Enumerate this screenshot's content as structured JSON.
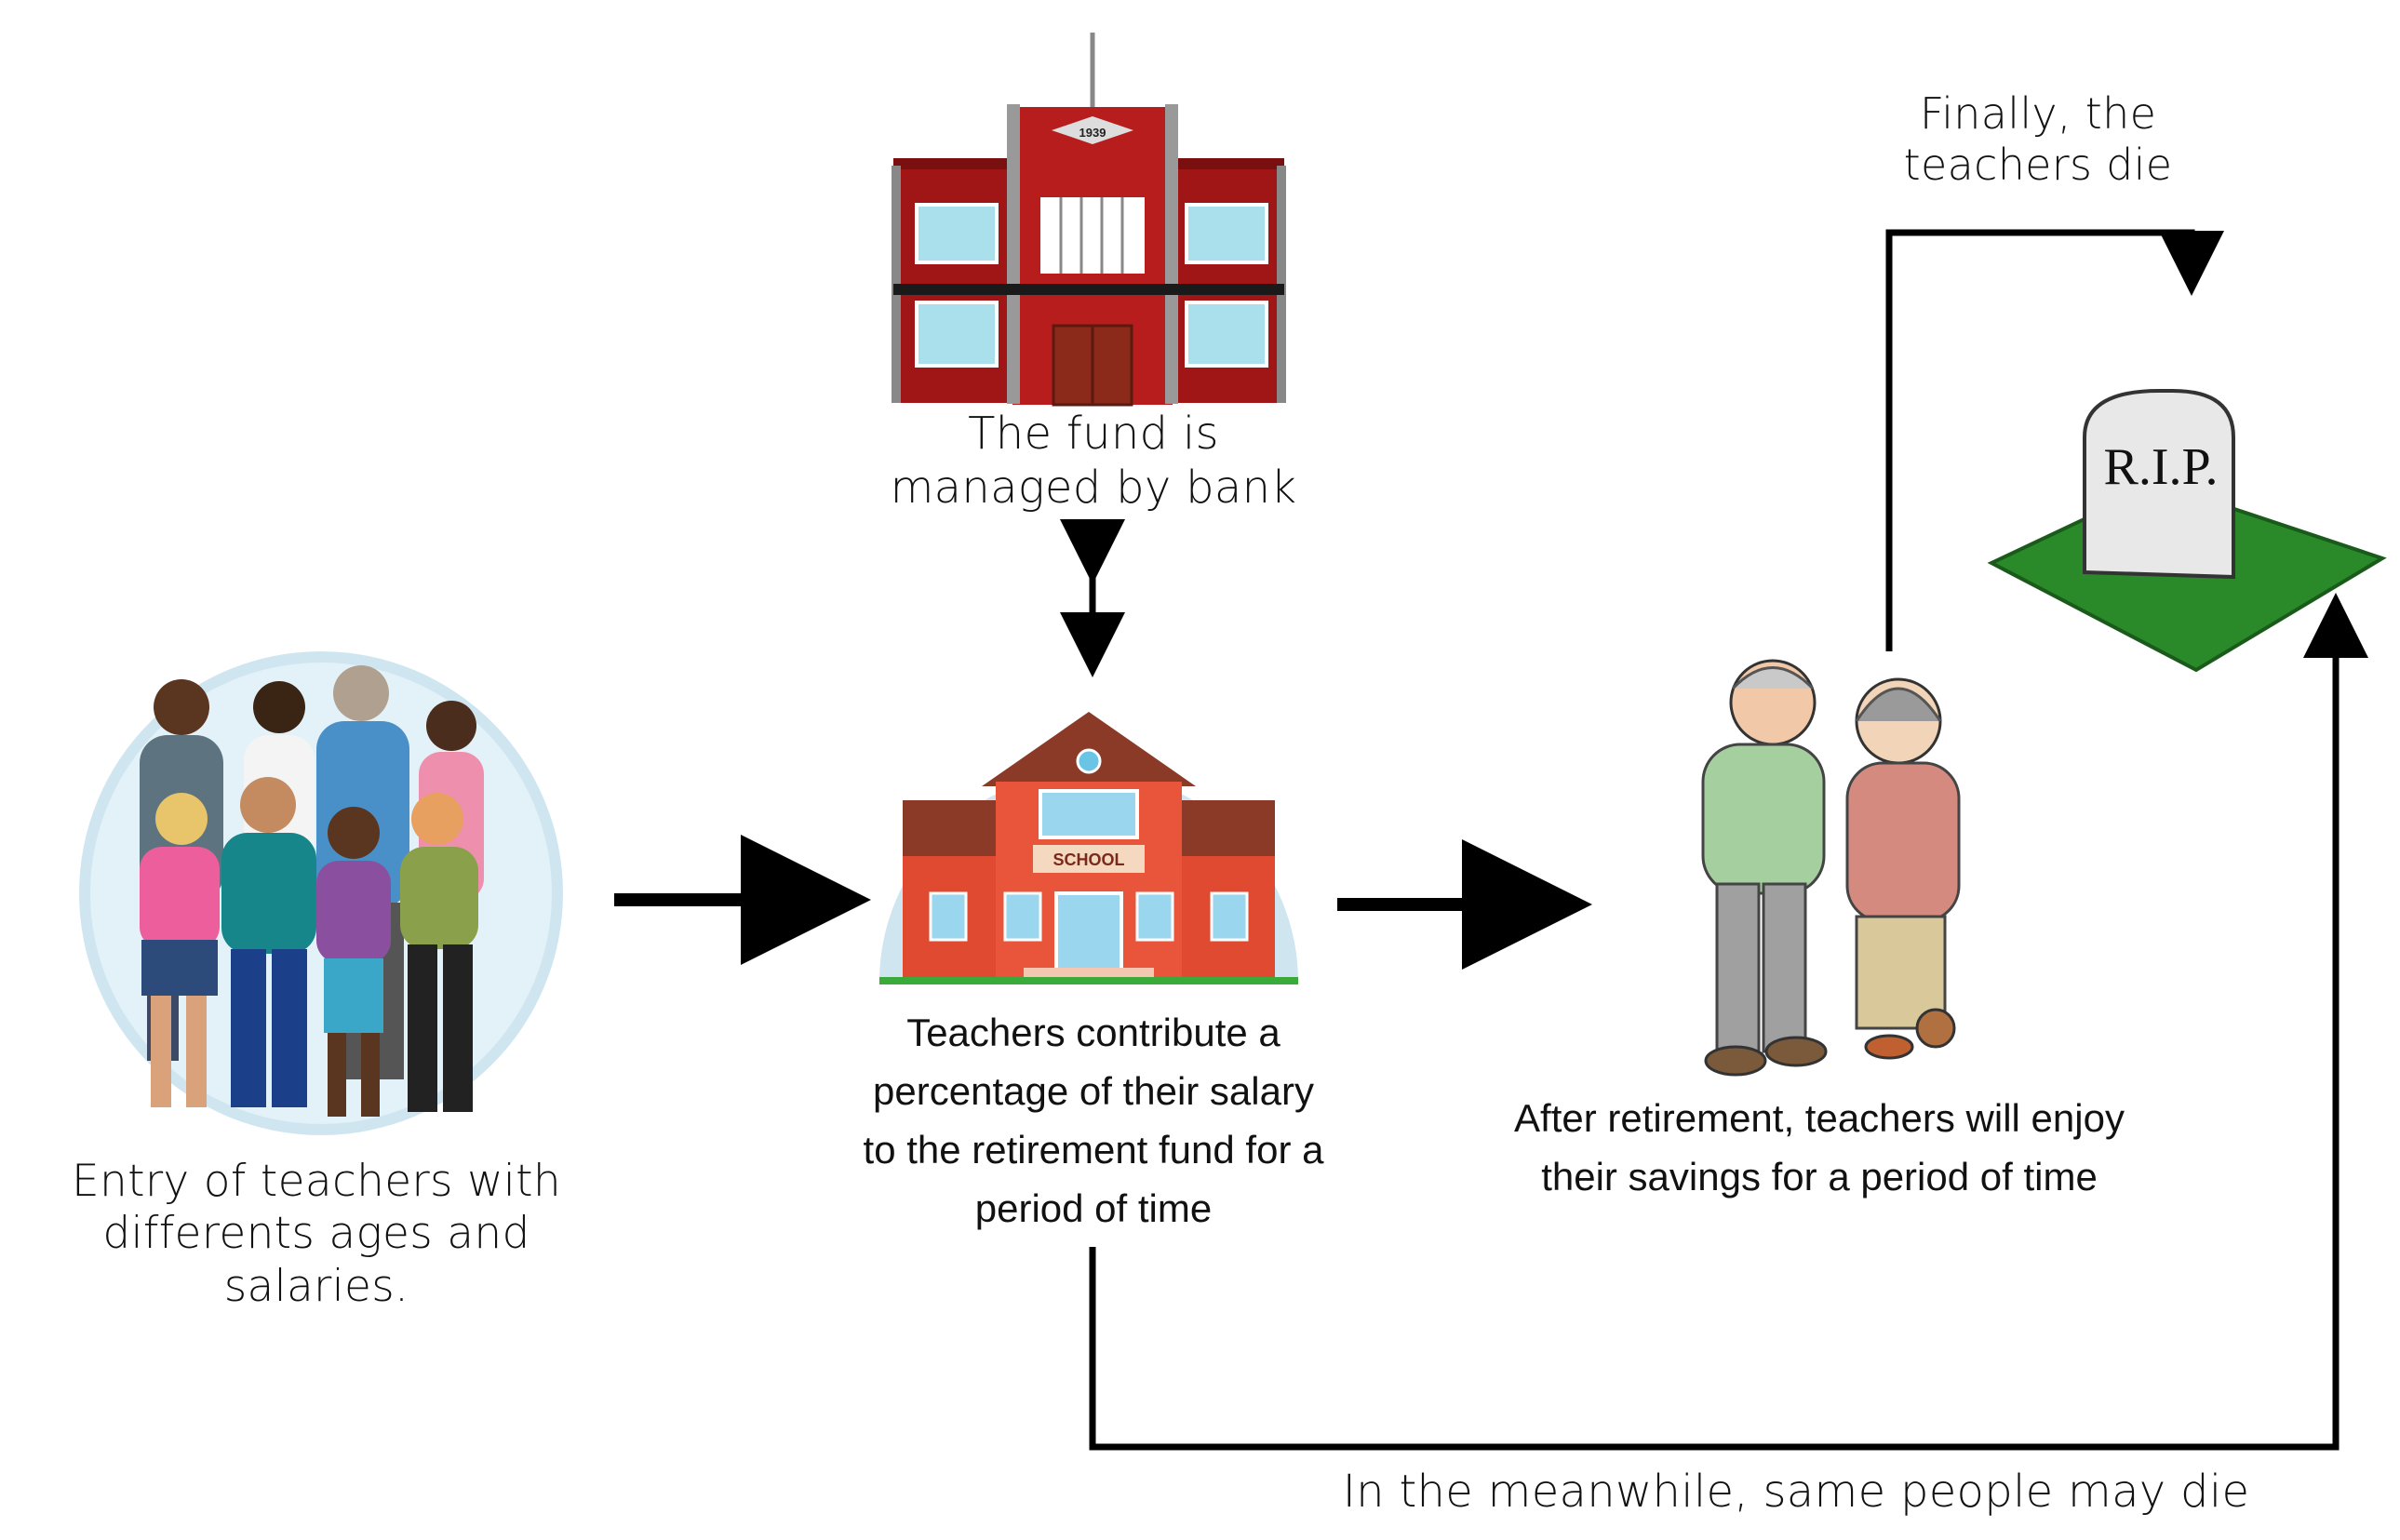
{
  "nodes": {
    "teachers_entry": {
      "label": "Entry of teachers with differents ages and salaries.",
      "icon": "group-of-people-icon"
    },
    "contribution": {
      "label": "Teachers contribute a percentage of their salary to the retirement fund for a period of time",
      "icon": "school-building-icon",
      "sign": "SCHOOL"
    },
    "bank": {
      "label": "The fund is managed by bank",
      "icon": "bank-building-icon",
      "sign": "1939"
    },
    "retirement": {
      "label": "After retirement, teachers will enjoy their savings for a period of time",
      "icon": "elderly-couple-icon"
    },
    "death": {
      "label": "Finally, the teachers die",
      "icon": "gravestone-icon",
      "sign": "R.I.P."
    }
  },
  "edges": {
    "meanwhile": {
      "label": "In the meanwhile, same people may die"
    }
  },
  "colors": {
    "arrow": "#000000",
    "school_red": "#d9472b",
    "bank_red": "#a01515",
    "circle_bg": "#cfe6f1",
    "grass": "#1f7a1f"
  }
}
